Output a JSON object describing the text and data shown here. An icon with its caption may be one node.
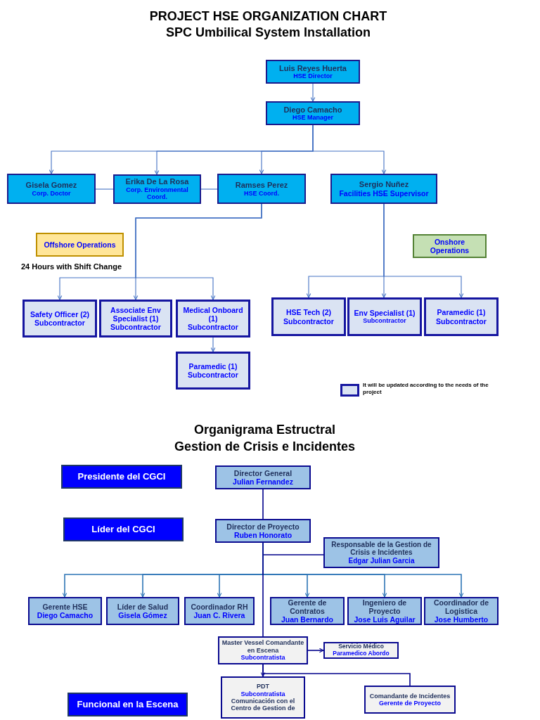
{
  "diagram": {
    "title": "PROJECT HSE ORGANIZATION CHART SPC Umbilical System Installation",
    "nodes": [
      {
        "text": [
          "Luis Reyes Huerta",
          "HSE Director"
        ]
      },
      {
        "text": [
          "Diego Camacho",
          "HSE Manager"
        ]
      },
      {
        "text": [
          "Gisela Gomez",
          "Corp. Doctor"
        ]
      },
      {
        "text": [
          "Erika De La Rosa",
          "Corp. Environmental Coord."
        ]
      },
      {
        "text": [
          "Ramses Perez",
          "HSE Coord."
        ]
      },
      {
        "text": [
          "Sergio Nuñez",
          "Facilities HSE Supervisor"
        ]
      },
      {
        "text": [
          "Offshore Operations"
        ]
      },
      {
        "text": [
          "Onshore Operations"
        ]
      },
      {
        "text": [
          "Safety Officer (2)",
          "Subcontractor"
        ]
      },
      {
        "text": [
          "Associate Env Specialist (1)",
          "Subcontractor"
        ]
      },
      {
        "text": [
          "Medical Onboard (1)",
          "Subcontractor"
        ]
      },
      {
        "text": [
          "Paramedic (1)",
          "Subcontractor"
        ]
      },
      {
        "text": [
          "HSE Tech (2)",
          "Subcontractor"
        ]
      },
      {
        "text": [
          "Env Specialist (1)",
          "Subcontractor"
        ]
      },
      {
        "text": [
          "Paramedic (1)",
          "Subcontractor"
        ]
      },
      {
        "text": [
          "Presidente del CGCI"
        ]
      },
      {
        "text": [
          "Líder del CGCI"
        ]
      },
      {
        "text": [
          "Funcional en la Escena"
        ]
      },
      {
        "text": [
          "Director General",
          "Julian Fernandez"
        ]
      },
      {
        "text": [
          "Director de Proyecto",
          "Ruben Honorato"
        ]
      },
      {
        "text": [
          "Responsable de la Gestion de Crisis e Incidentes",
          "Edgar Julian Garcia"
        ]
      },
      {
        "text": [
          "Gerente HSE",
          "Diego Camacho"
        ]
      },
      {
        "text": [
          "Líder de Salud",
          "Gisela Gómez"
        ]
      },
      {
        "text": [
          "Coordinador RH",
          "Juan C. Rivera"
        ]
      },
      {
        "text": [
          "Gerente de Contratos",
          "Juan Bernardo"
        ]
      },
      {
        "text": [
          "Ingeniero de Proyecto",
          "Jose Luis Aguilar"
        ]
      },
      {
        "text": [
          "Coordinador de Logistica",
          "Jose Humberto"
        ]
      },
      {
        "text": [
          "Master Vessel Comandante en Escena",
          "Subcontratista"
        ]
      },
      {
        "text": [
          "Servicio Médico",
          "Paramedico Abordo"
        ]
      },
      {
        "text": [
          "PDT",
          "Subcontratista",
          "Comunicación con el Centro de Gestion de"
        ]
      },
      {
        "text": [
          "Comandante de Incidentes",
          "Gerente de Proyecto"
        ]
      }
    ],
    "edges": [
      {
        "from": 0,
        "to": 1,
        "arrow": "to"
      },
      {
        "from": 1,
        "to": 2,
        "arrow": "to"
      },
      {
        "from": 1,
        "to": 3,
        "arrow": "to"
      },
      {
        "from": 1,
        "to": 4,
        "arrow": "to"
      },
      {
        "from": 1,
        "to": 5,
        "arrow": "to"
      },
      {
        "from": 2,
        "to": 3,
        "arrow": "none"
      },
      {
        "from": 3,
        "to": 4,
        "arrow": "none"
      },
      {
        "from": 4,
        "to": 8,
        "arrow": "to"
      },
      {
        "from": 4,
        "to": 9,
        "arrow": "to"
      },
      {
        "from": 4,
        "to": 10,
        "arrow": "to"
      },
      {
        "from": 10,
        "to": 11,
        "arrow": "to"
      },
      {
        "from": 5,
        "to": 12,
        "arrow": "to"
      },
      {
        "from": 5,
        "to": 13,
        "arrow": "to"
      },
      {
        "from": 5,
        "to": 14,
        "arrow": "to"
      },
      {
        "from": 18,
        "to": 19,
        "arrow": "none",
        "color": "#00008b"
      },
      {
        "from": 19,
        "to": 20,
        "arrow": "none",
        "color": "#00008b"
      },
      {
        "from": 19,
        "to": 21,
        "arrow": "to",
        "color": "#2e75b6"
      },
      {
        "from": 19,
        "to": 22,
        "arrow": "to",
        "color": "#2e75b6"
      },
      {
        "from": 19,
        "to": 23,
        "arrow": "to",
        "color": "#2e75b6"
      },
      {
        "from": 19,
        "to": 24,
        "arrow": "to",
        "color": "#2e75b6"
      },
      {
        "from": 19,
        "to": 25,
        "arrow": "to",
        "color": "#2e75b6"
      },
      {
        "from": 19,
        "to": 26,
        "arrow": "to",
        "color": "#2e75b6"
      },
      {
        "from": 19,
        "to": 27,
        "arrow": "none",
        "color": "#00008b"
      },
      {
        "from": 27,
        "to": 28,
        "arrow": "to",
        "color": "#00008b"
      },
      {
        "from": 27,
        "to": 29,
        "arrow": "to",
        "color": "#00008b"
      },
      {
        "from": 27,
        "to": 30,
        "arrow": "none",
        "color": "#00008b"
      }
    ],
    "labels": [
      "24 Hours with Shift Change",
      "Organigrama Estructral",
      "Gestion de Crisis e Incidentes"
    ],
    "legend": [
      {
        "text": "It will be updated according to the needs of the project",
        "color": "#dae3f3"
      }
    ]
  }
}
